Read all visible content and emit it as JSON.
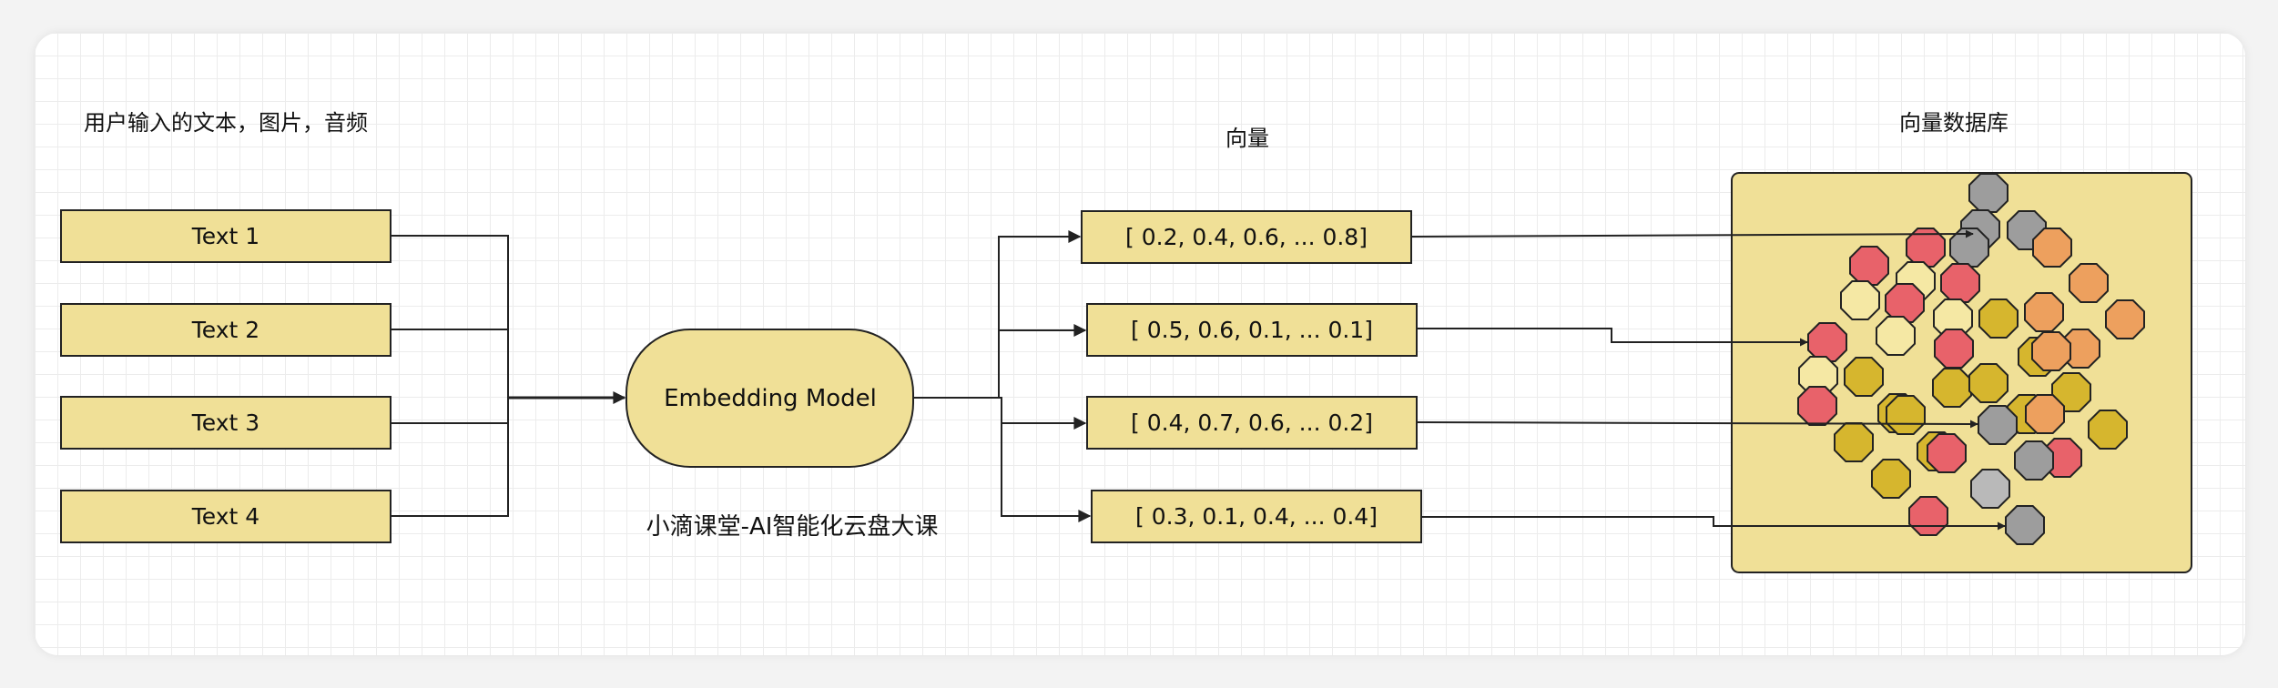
{
  "labels": {
    "input_caption": "用户输入的文本，图片，音频",
    "vector_caption": "向量",
    "db_caption": "向量数据库",
    "model_label": "Embedding Model",
    "watermark": "小滴课堂-AI智能化云盘大课"
  },
  "inputs": [
    {
      "label": "Text 1"
    },
    {
      "label": "Text 2"
    },
    {
      "label": "Text 3"
    },
    {
      "label": "Text 4"
    }
  ],
  "vectors": [
    {
      "label": "[ 0.2, 0.4, 0.6, ... 0.8]"
    },
    {
      "label": "[ 0.5, 0.6, 0.1, ... 0.1]"
    },
    {
      "label": "[ 0.4, 0.7, 0.6, ... 0.2]"
    },
    {
      "label": "[ 0.3, 0.1, 0.4, ... 0.4]"
    }
  ],
  "colors": {
    "box_fill": "#f0e097",
    "stroke": "#222222",
    "dot_red": "#e8626a",
    "dot_gray": "#9d9d9d",
    "dot_orange": "#eda05e",
    "dot_gold": "#d6b62e",
    "dot_cream": "#f5e8a4",
    "dot_lightgray": "#b9b9b9"
  }
}
